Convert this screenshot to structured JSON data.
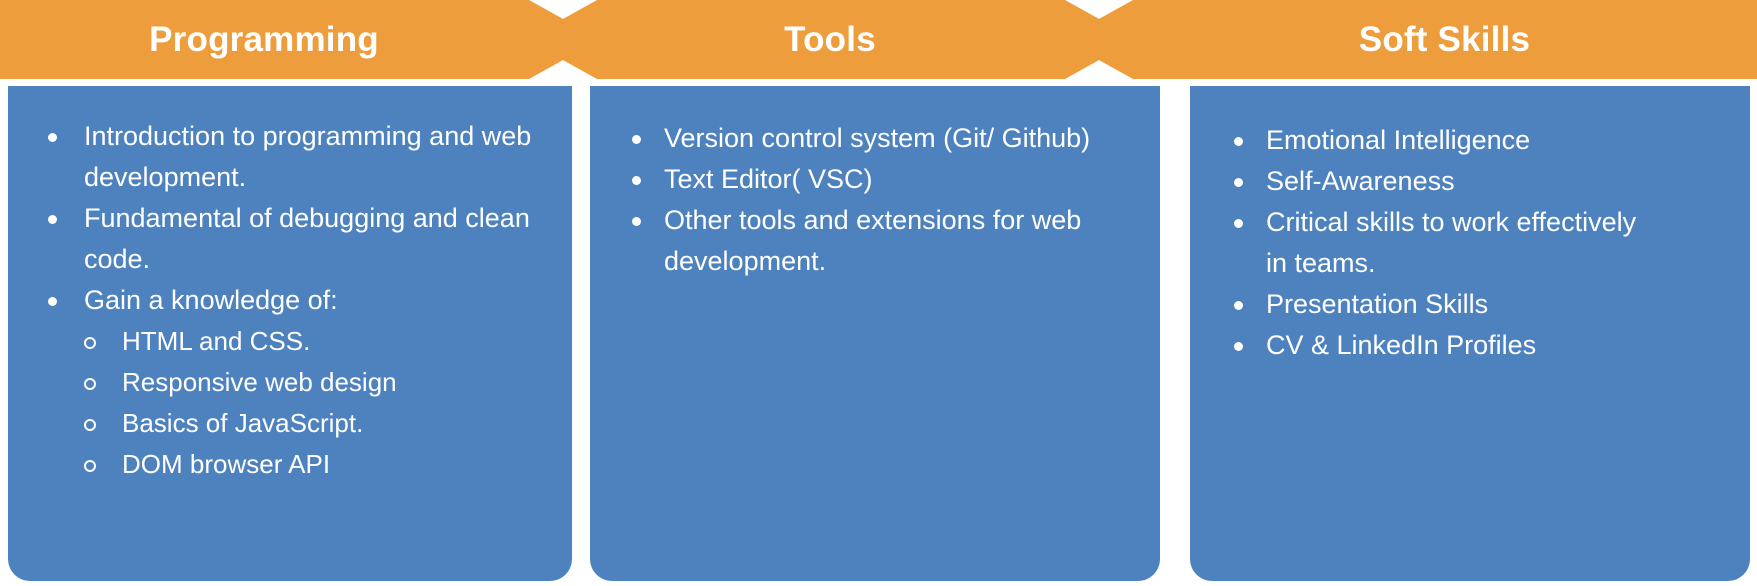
{
  "theme": {
    "header_color": "#EE9D3C",
    "body_color": "#4D82BE",
    "text_color": "#FFFFFF",
    "page_background": "#FFFFFF"
  },
  "columns": [
    {
      "id": "programming",
      "header": "Programming",
      "items": [
        {
          "text": "Introduction to programming and web development.",
          "children": []
        },
        {
          "text": "Fundamental of debugging and clean code.",
          "children": []
        },
        {
          "text": "Gain a knowledge of:",
          "children": [
            "HTML and CSS.",
            "Responsive web design",
            "Basics of JavaScript.",
            "DOM browser API"
          ]
        }
      ]
    },
    {
      "id": "tools",
      "header": "Tools",
      "items": [
        {
          "text": "Version control system (Git/ Github)",
          "children": []
        },
        {
          "text": "Text Editor( VSC)",
          "children": []
        },
        {
          "text": "Other tools and extensions for web development.",
          "children": []
        }
      ]
    },
    {
      "id": "soft-skills",
      "header": "Soft Skills",
      "items": [
        {
          "text": "Emotional Intelligence",
          "children": []
        },
        {
          "text": "Self-Awareness",
          "children": []
        },
        {
          "text": "Critical skills to work effectively",
          "text_tail": "in teams.",
          "children": []
        },
        {
          "text": "Presentation Skills",
          "children": []
        },
        {
          "text": "CV & LinkedIn Profiles",
          "children": []
        }
      ]
    }
  ]
}
